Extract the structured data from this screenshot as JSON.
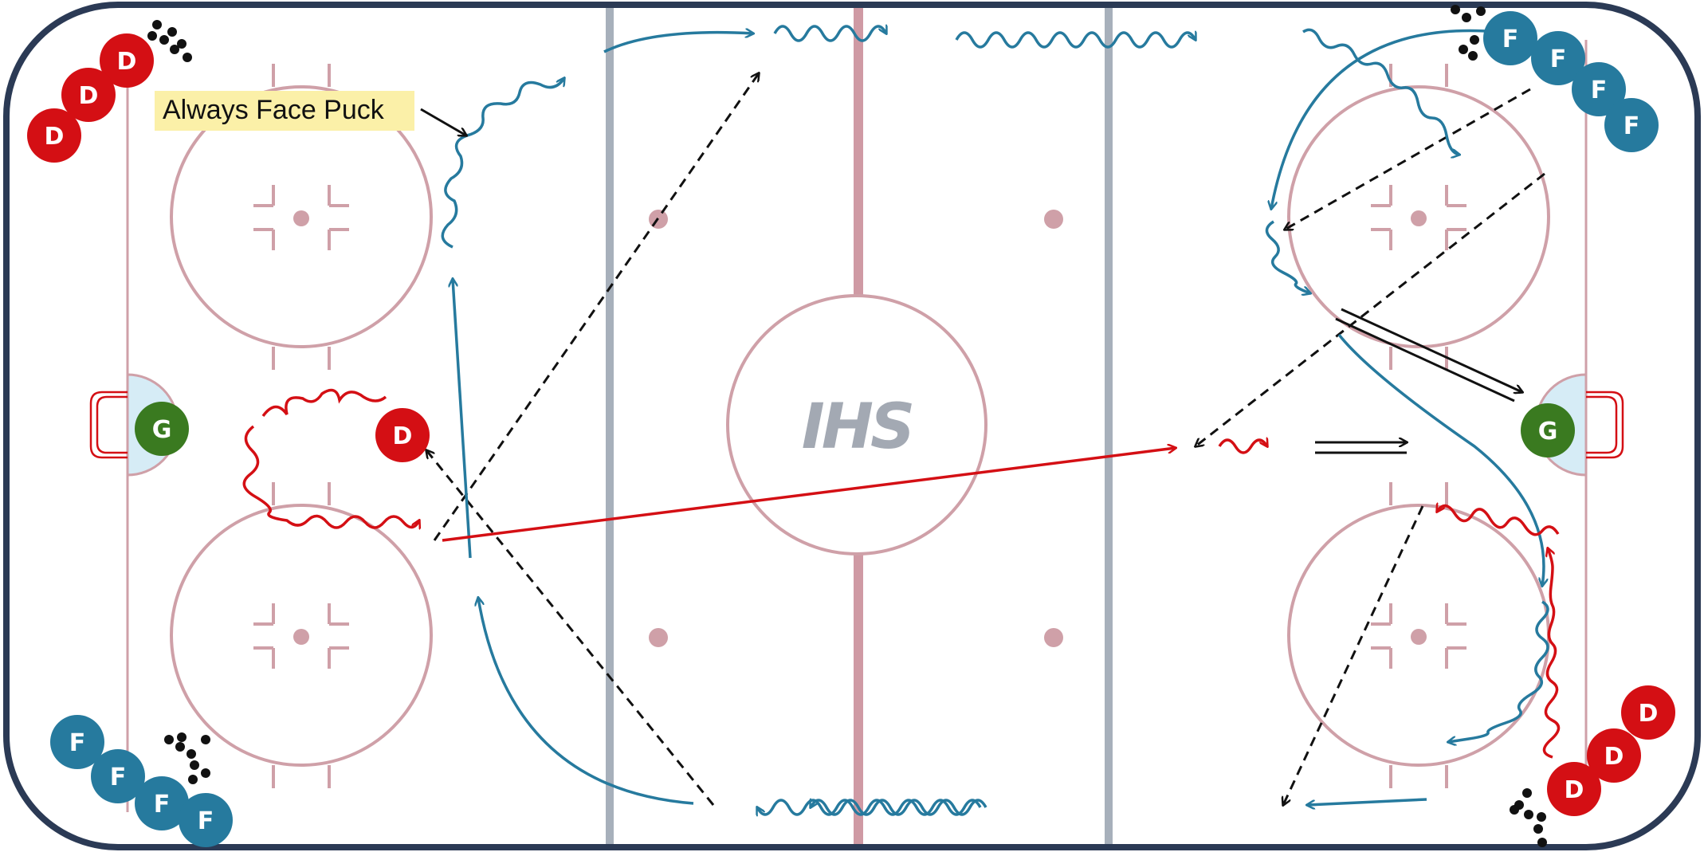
{
  "diagram": {
    "logo": "IHS",
    "note": "Always Face Puck"
  },
  "players": [
    {
      "role": "D",
      "team": "defense"
    },
    {
      "role": "F",
      "team": "forward"
    },
    {
      "role": "G",
      "team": "goalie"
    }
  ],
  "colors": {
    "board": "#2b3a55",
    "rink_lines": "#cfa0a8",
    "red_line": "#cf9aa4",
    "blue_line": "#a7b0bb",
    "defense": "#d40f14",
    "forward": "#267a9e",
    "goalie": "#3a7a20",
    "crease": "#d6ecf6",
    "pass": "#111111",
    "note_bg": "#fbf0a8"
  }
}
